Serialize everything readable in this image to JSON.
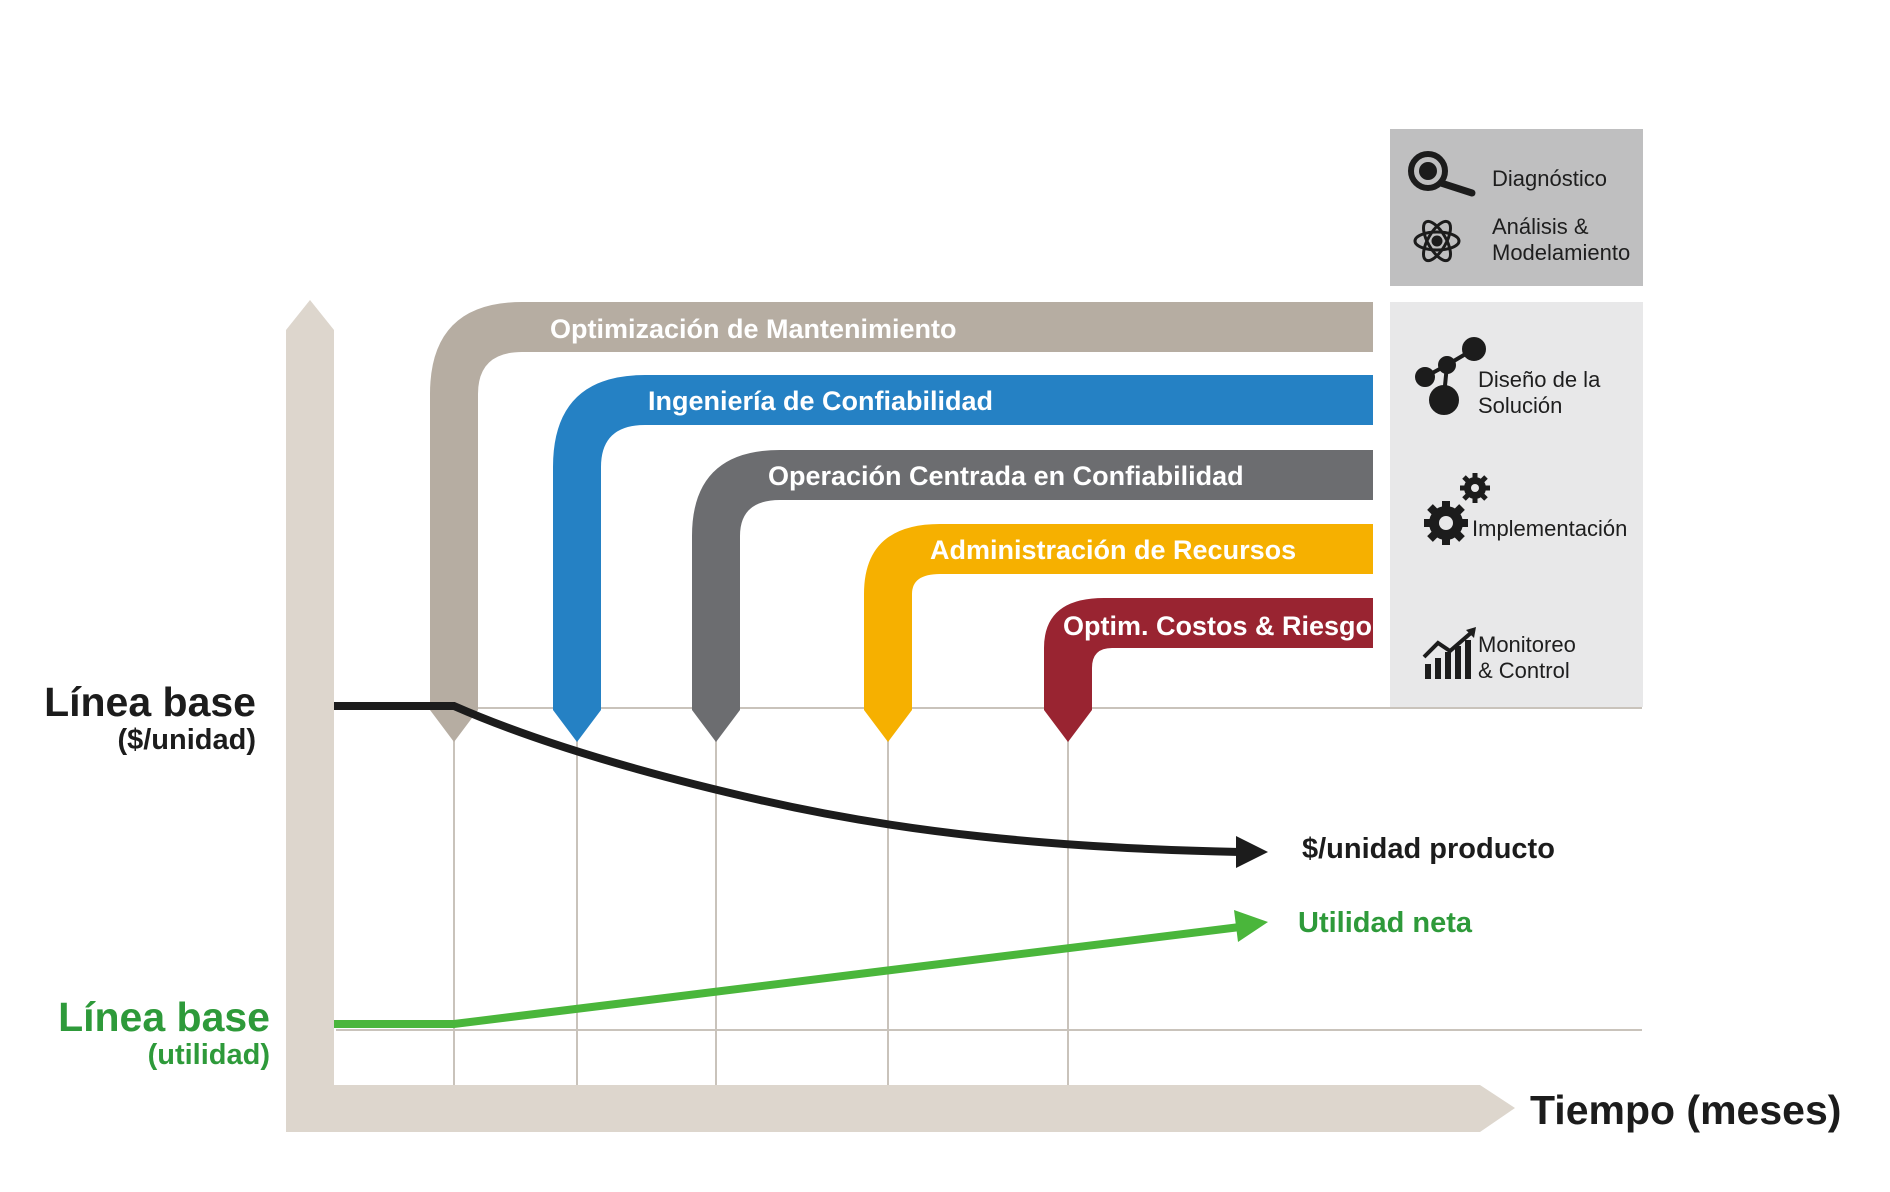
{
  "colors": {
    "axis": "#ddd6cd",
    "gridline": "#c9c3bb",
    "cost_curve": "#1c1c1c",
    "profit_curve": "#4ab63b",
    "profit_text": "#2e9a3a",
    "legend_top_bg": "#bfbfc0",
    "legend_bottom_bg": "#e8e8e9"
  },
  "axes": {
    "y_baseline_cost_title": "Línea base",
    "y_baseline_cost_sub": "($/unidad)",
    "y_baseline_profit_title": "Línea base",
    "y_baseline_profit_sub": "(utilidad)",
    "x_title": "Tiempo (meses)"
  },
  "curves": {
    "cost_label": "$/unidad producto",
    "profit_label": "Utilidad neta"
  },
  "phases": [
    {
      "label": "Optimización de Mantenimiento",
      "color": "#b6ada2"
    },
    {
      "label": "Ingeniería de Confiabilidad",
      "color": "#2581c4"
    },
    {
      "label": "Operación Centrada en Confiabilidad",
      "color": "#6c6d70"
    },
    {
      "label": "Administración de Recursos",
      "color": "#f6b000"
    },
    {
      "label": "Optim. Costos & Riesgos",
      "color": "#992431"
    }
  ],
  "legend": {
    "diagnostico": {
      "line1": "Diagnóstico",
      "icon": "magnifier-icon"
    },
    "analisis": {
      "line1": "Análisis &",
      "line2": "Modelamiento",
      "icon": "atom-icon"
    },
    "diseno": {
      "line1": "Diseño de la",
      "line2": "Solución",
      "icon": "molecule-icon"
    },
    "implementacion": {
      "line1": "Implementación",
      "icon": "gears-icon"
    },
    "monitoreo": {
      "line1": "Monitoreo",
      "line2": "& Control",
      "icon": "rising-chart-icon"
    }
  }
}
